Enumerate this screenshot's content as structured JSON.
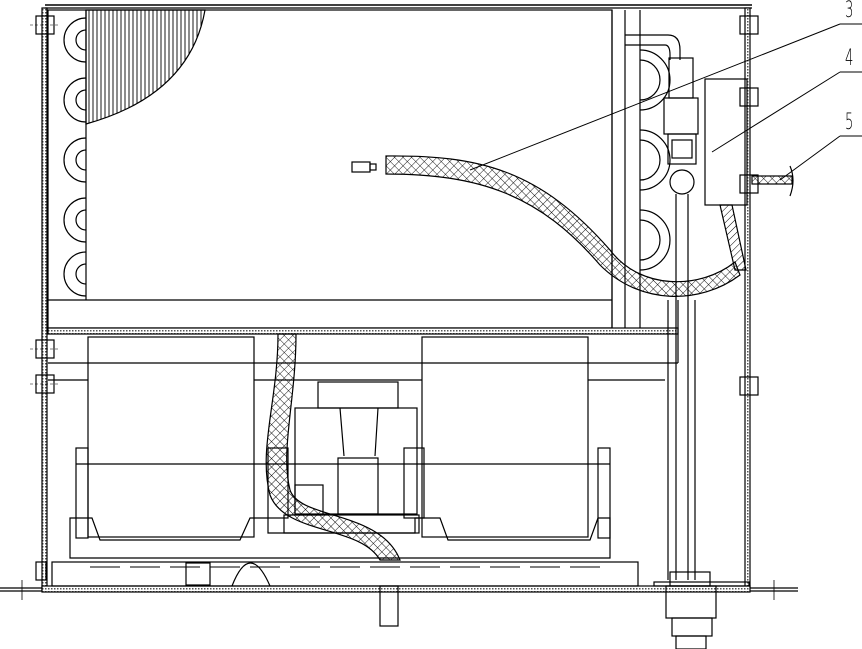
{
  "drawing": {
    "subject": "fan coil unit cross-section",
    "line_color": "#000000",
    "background": "#ffffff",
    "callouts": [
      {
        "id": "3",
        "label": "3",
        "points_to": "braided hose"
      },
      {
        "id": "4",
        "label": "4",
        "points_to": "control box"
      },
      {
        "id": "5",
        "label": "5",
        "points_to": "cable gland"
      }
    ]
  }
}
